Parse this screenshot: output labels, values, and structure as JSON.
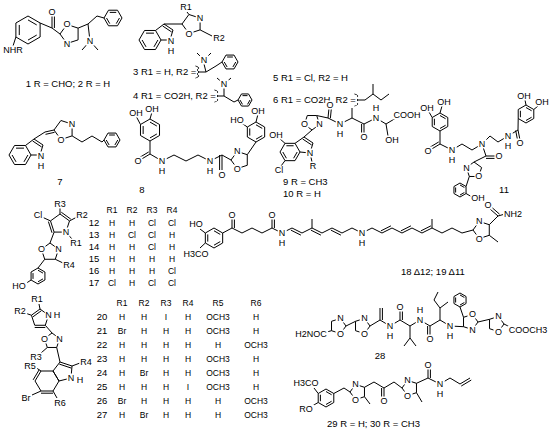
{
  "diagram": {
    "labels": [
      "NHR",
      "O",
      "O",
      "N",
      "N",
      "1 R = CHO; 2 R = H",
      "N",
      "H",
      "R1",
      "O",
      "N",
      "R2",
      "3 R1 = H, R2 =",
      "N",
      "4 R1 = CO2H, R2 =",
      "N",
      "5 R1 = Cl, R2 = H",
      "6 R1 = CO2H, R2 =",
      "N",
      "H",
      "N",
      "O",
      "7",
      "OH",
      "OH",
      "O",
      "N",
      "H",
      "N",
      "H",
      "O",
      "N",
      "O",
      "HO",
      "OH",
      "8",
      "OH",
      "Cl",
      "N",
      "R",
      "O",
      "N",
      "O",
      "N",
      "H",
      "O",
      "N",
      "H",
      "OH",
      "COOH",
      "9 R = CH3",
      "10 R = H",
      "OH",
      "OH",
      "O",
      "N",
      "H",
      "N",
      "N",
      "H",
      "O",
      "OH",
      "OH",
      "O",
      "N",
      "O",
      "OH",
      "11",
      "Cl",
      "R3",
      "R2",
      "N",
      "R1",
      "N",
      "O",
      "R4",
      "HO",
      "R1",
      "R2",
      "R3",
      "R4",
      "12",
      "H",
      "H",
      "Cl",
      "Cl",
      "13",
      "H",
      "Cl",
      "Cl",
      "H",
      "14",
      "H",
      "H",
      "Cl",
      "H",
      "15",
      "H",
      "H",
      "H",
      "H",
      "16",
      "H",
      "H",
      "H",
      "Cl",
      "17",
      "Cl",
      "H",
      "Cl",
      "Cl",
      "HO",
      "H3CO",
      "O",
      "O",
      "N",
      "H",
      "N",
      "H",
      "N",
      "O",
      "O",
      "NH2",
      "18 Δ12; 19 Δ11",
      "R1",
      "N",
      "H",
      "R2",
      "N",
      "O",
      "R3",
      "N",
      "H",
      "R4",
      "R5",
      "R6",
      "Br",
      "R1",
      "R2",
      "R3",
      "R4",
      "R5",
      "R6",
      "20",
      "H",
      "H",
      "I",
      "H",
      "OCH3",
      "H",
      "21",
      "Br",
      "H",
      "H",
      "H",
      "OCH3",
      "H",
      "22",
      "H",
      "H",
      "H",
      "H",
      "H",
      "OCH3",
      "23",
      "H",
      "H",
      "H",
      "H",
      "OCH3",
      "H",
      "24",
      "H",
      "Br",
      "H",
      "H",
      "OCH3",
      "H",
      "25",
      "H",
      "H",
      "H",
      "I",
      "OCH3",
      "H",
      "26",
      "Br",
      "H",
      "H",
      "H",
      "H",
      "OCH3",
      "27",
      "H",
      "Br",
      "H",
      "H",
      "H",
      "OCH3",
      "H2NOC",
      "N",
      "O",
      "N",
      "O",
      "N",
      "H",
      "O",
      "N",
      "H",
      "O",
      "N",
      "H",
      "O",
      "N",
      "N",
      "O",
      "COOCH3",
      "28",
      "H3CO",
      "RO",
      "N",
      "O",
      "O",
      "N",
      "O",
      "O",
      "N",
      "H",
      "29 R = H; 30 R = CH3"
    ]
  }
}
